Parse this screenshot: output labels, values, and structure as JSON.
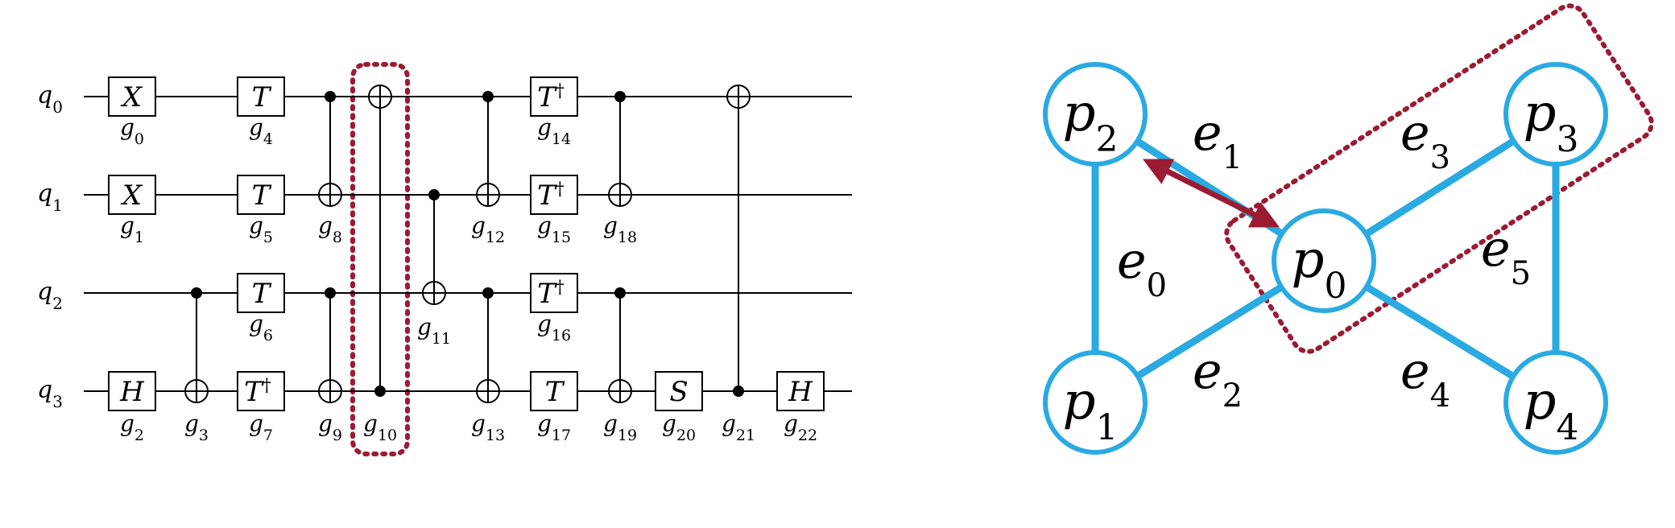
{
  "circuit": {
    "qubits": [
      {
        "id": "q0",
        "name": "q",
        "sub": "0"
      },
      {
        "id": "q1",
        "name": "q",
        "sub": "1"
      },
      {
        "id": "q2",
        "name": "q",
        "sub": "2"
      },
      {
        "id": "q3",
        "name": "q",
        "sub": "3"
      }
    ],
    "gates": [
      {
        "id": "g0",
        "sub": "0",
        "kind": "box",
        "label": "X",
        "dag": "",
        "qubit": 0,
        "col": 0
      },
      {
        "id": "g1",
        "sub": "1",
        "kind": "box",
        "label": "X",
        "dag": "",
        "qubit": 1,
        "col": 0
      },
      {
        "id": "g2",
        "sub": "2",
        "kind": "box",
        "label": "H",
        "dag": "",
        "qubit": 3,
        "col": 0
      },
      {
        "id": "g3",
        "sub": "3",
        "kind": "cnot",
        "control": 2,
        "target": 3,
        "col": 1
      },
      {
        "id": "g4",
        "sub": "4",
        "kind": "box",
        "label": "T",
        "dag": "",
        "qubit": 0,
        "col": 2
      },
      {
        "id": "g5",
        "sub": "5",
        "kind": "box",
        "label": "T",
        "dag": "",
        "qubit": 1,
        "col": 2
      },
      {
        "id": "g6",
        "sub": "6",
        "kind": "box",
        "label": "T",
        "dag": "",
        "qubit": 2,
        "col": 2
      },
      {
        "id": "g7",
        "sub": "7",
        "kind": "box",
        "label": "T",
        "dag": "†",
        "qubit": 3,
        "col": 2
      },
      {
        "id": "g8",
        "sub": "8",
        "kind": "cnot",
        "control": 0,
        "target": 1,
        "col": 3
      },
      {
        "id": "g9",
        "sub": "9",
        "kind": "cnot",
        "control": 2,
        "target": 3,
        "col": 3
      },
      {
        "id": "g10",
        "sub": "10",
        "kind": "cnot",
        "control": 3,
        "target": 0,
        "col": 4
      },
      {
        "id": "g11",
        "sub": "11",
        "kind": "cnot",
        "control": 1,
        "target": 2,
        "col": 5
      },
      {
        "id": "g12",
        "sub": "12",
        "kind": "cnot",
        "control": 0,
        "target": 1,
        "col": 6
      },
      {
        "id": "g13",
        "sub": "13",
        "kind": "cnot",
        "control": 2,
        "target": 3,
        "col": 6
      },
      {
        "id": "g14",
        "sub": "14",
        "kind": "box",
        "label": "T",
        "dag": "†",
        "qubit": 0,
        "col": 7
      },
      {
        "id": "g15",
        "sub": "15",
        "kind": "box",
        "label": "T",
        "dag": "†",
        "qubit": 1,
        "col": 7
      },
      {
        "id": "g16",
        "sub": "16",
        "kind": "box",
        "label": "T",
        "dag": "†",
        "qubit": 2,
        "col": 7
      },
      {
        "id": "g17",
        "sub": "17",
        "kind": "box",
        "label": "T",
        "dag": "",
        "qubit": 3,
        "col": 7
      },
      {
        "id": "g18",
        "sub": "18",
        "kind": "cnot",
        "control": 0,
        "target": 1,
        "col": 8
      },
      {
        "id": "g19",
        "sub": "19",
        "kind": "cnot",
        "control": 2,
        "target": 3,
        "col": 8
      },
      {
        "id": "g20",
        "sub": "20",
        "kind": "box",
        "label": "S",
        "dag": "",
        "qubit": 3,
        "col": 9
      },
      {
        "id": "g21",
        "sub": "21",
        "kind": "cnot",
        "control": 3,
        "target": 0,
        "col": 10
      },
      {
        "id": "g22",
        "sub": "22",
        "kind": "box",
        "label": "H",
        "dag": "",
        "qubit": 3,
        "col": 11
      }
    ],
    "highlighted_gate": "g10"
  },
  "graph": {
    "nodes": [
      {
        "id": "p0",
        "name": "p",
        "sub": "0"
      },
      {
        "id": "p1",
        "name": "p",
        "sub": "1"
      },
      {
        "id": "p2",
        "name": "p",
        "sub": "2"
      },
      {
        "id": "p3",
        "name": "p",
        "sub": "3"
      },
      {
        "id": "p4",
        "name": "p",
        "sub": "4"
      }
    ],
    "edges": [
      {
        "id": "e0",
        "name": "e",
        "sub": "0",
        "from": "p2",
        "to": "p1"
      },
      {
        "id": "e1",
        "name": "e",
        "sub": "1",
        "from": "p2",
        "to": "p0"
      },
      {
        "id": "e2",
        "name": "e",
        "sub": "2",
        "from": "p1",
        "to": "p0"
      },
      {
        "id": "e3",
        "name": "e",
        "sub": "3",
        "from": "p0",
        "to": "p3"
      },
      {
        "id": "e4",
        "name": "e",
        "sub": "4",
        "from": "p0",
        "to": "p4"
      },
      {
        "id": "e5",
        "name": "e",
        "sub": "5",
        "from": "p3",
        "to": "p4"
      }
    ],
    "swap_arrow": {
      "from": "p2",
      "to": "p0"
    },
    "highlighted_nodes": [
      "p0",
      "p3"
    ],
    "colors": {
      "node": "#2aaae2",
      "highlight": "#9b1b32"
    }
  }
}
